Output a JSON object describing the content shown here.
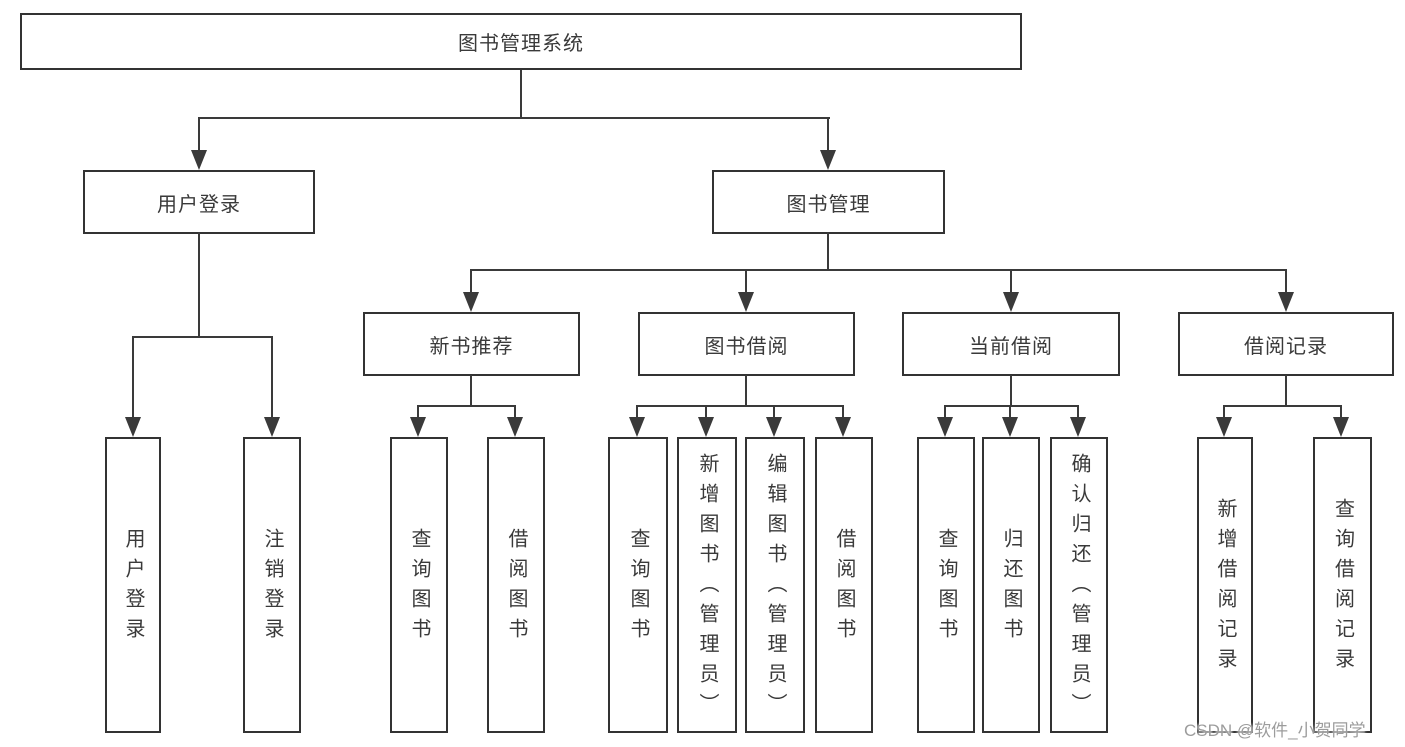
{
  "colors": {
    "line": "#3a3a3a",
    "box_border": "#333333",
    "box_bg": "#ffffff",
    "text": "#3a3a3a",
    "watermark": "#9c9c9c",
    "background": "#ffffff"
  },
  "watermark": "CSDN @软件_小贺同学",
  "diagram": {
    "root": {
      "label": "图书管理系统",
      "children": [
        {
          "label": "用户登录",
          "children": [
            {
              "label": "用户登录"
            },
            {
              "label": "注销登录"
            }
          ]
        },
        {
          "label": "图书管理",
          "children": [
            {
              "label": "新书推荐",
              "children": [
                {
                  "label": "查询图书"
                },
                {
                  "label": "借阅图书"
                }
              ]
            },
            {
              "label": "图书借阅",
              "children": [
                {
                  "label": "查询图书"
                },
                {
                  "label": "新增图书（管理员）"
                },
                {
                  "label": "编辑图书（管理员）"
                },
                {
                  "label": "借阅图书"
                }
              ]
            },
            {
              "label": "当前借阅",
              "children": [
                {
                  "label": "查询图书"
                },
                {
                  "label": "归还图书"
                },
                {
                  "label": "确认归还（管理员）"
                }
              ]
            },
            {
              "label": "借阅记录",
              "children": [
                {
                  "label": "新增借阅记录"
                },
                {
                  "label": "查询借阅记录"
                }
              ]
            }
          ]
        }
      ]
    }
  }
}
